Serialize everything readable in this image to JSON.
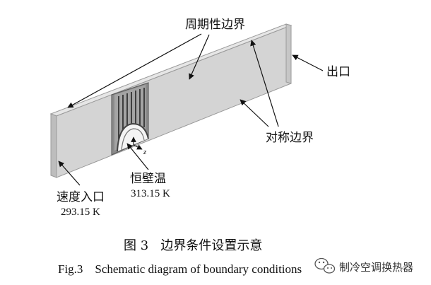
{
  "labels": {
    "periodic_boundary": "周期性边界",
    "outlet": "出口",
    "symmetric_boundary": "对称边界",
    "wall_temp_title": "恒壁温",
    "wall_temp_value": "313.15 K",
    "inlet_title": "速度入口",
    "inlet_value": "293.15 K",
    "axis_z": "z"
  },
  "caption": {
    "cn": "图 3   边界条件设置示意",
    "en": "Fig.3    Schematic diagram of boundary conditions"
  },
  "watermark": {
    "text": "制冷空调换热器",
    "icon": "wechat-icon"
  },
  "colors": {
    "domain_face": "#d4d4d4",
    "domain_top": "#e6e6e6",
    "domain_edge": "#9a9a9a",
    "fin_dark": "#6e6e6e",
    "arrow": "#111111"
  }
}
